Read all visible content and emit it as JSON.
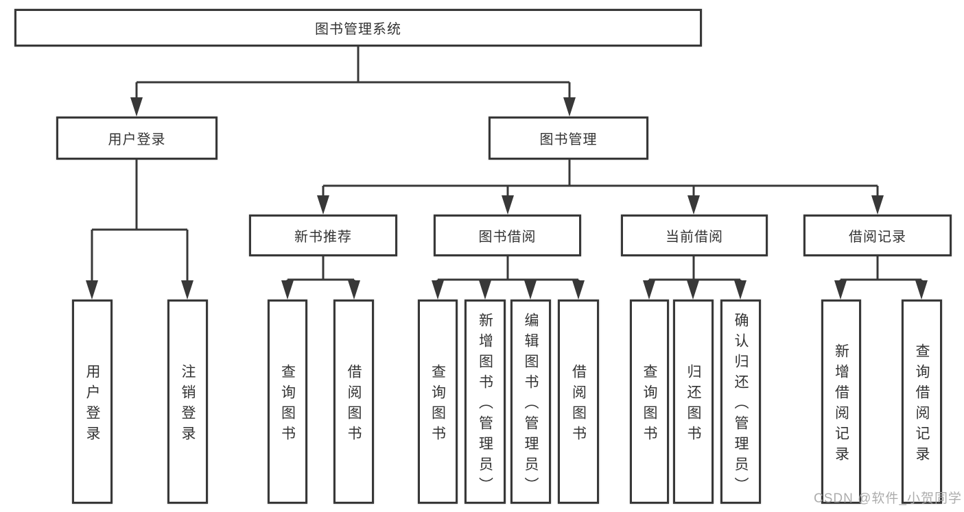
{
  "diagram_type": "hierarchy-tree",
  "colors": {
    "background": "#ffffff",
    "line": "#383838",
    "box_border": "#383838",
    "text": "#333333",
    "watermark_text": "#a6a6a6"
  },
  "tree": {
    "root": {
      "label": "图书管理系统",
      "children": [
        {
          "label": "用户登录",
          "children": [
            {
              "label": "用户登录"
            },
            {
              "label": "注销登录"
            }
          ]
        },
        {
          "label": "图书管理",
          "children": [
            {
              "label": "新书推荐",
              "children": [
                {
                  "label": "查询图书"
                },
                {
                  "label": "借阅图书"
                }
              ]
            },
            {
              "label": "图书借阅",
              "children": [
                {
                  "label": "查询图书"
                },
                {
                  "label": "新增图书（管理员）"
                },
                {
                  "label": "编辑图书（管理员）"
                },
                {
                  "label": "借阅图书"
                }
              ]
            },
            {
              "label": "当前借阅",
              "children": [
                {
                  "label": "查询图书"
                },
                {
                  "label": "归还图书"
                },
                {
                  "label": "确认归还（管理员）"
                }
              ]
            },
            {
              "label": "借阅记录",
              "children": [
                {
                  "label": "新增借阅记录"
                },
                {
                  "label": "查询借阅记录"
                }
              ]
            }
          ]
        }
      ]
    }
  },
  "watermark": "CSDN @软件_小贺同学"
}
